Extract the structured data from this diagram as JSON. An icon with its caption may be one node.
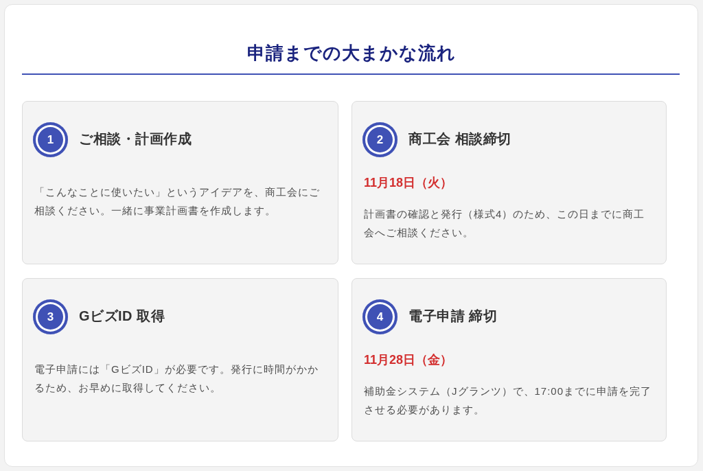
{
  "diagram": {
    "title": "申請までの大まかな流れ",
    "nodes": [
      {
        "text": [
          "ご相談・計画作成",
          "「こんなことに使いたい」というアイデアを、商工会にご相談ください。一緒に事業計画書を作成します。"
        ]
      },
      {
        "text": [
          "1"
        ],
        "in": 0
      },
      {
        "text": [
          "商工会 相談締切",
          "11月18日（火）",
          "計画書の確認と発行（様式4）のため、この日までに商工会へご相談ください。"
        ]
      },
      {
        "text": [
          "2"
        ],
        "in": 2
      },
      {
        "text": [
          "GビズID 取得",
          "電子申請には「GビズID」が必要です。発行に時間がかかるため、お早めに取得してください。"
        ]
      },
      {
        "text": [
          "3"
        ],
        "in": 4
      },
      {
        "text": [
          "電子申請 締切",
          "11月28日（金）",
          "補助金システム（Jグランツ）で、17:00までに申請を完了させる必要があります。"
        ]
      },
      {
        "text": [
          "4"
        ],
        "in": 6
      }
    ]
  }
}
